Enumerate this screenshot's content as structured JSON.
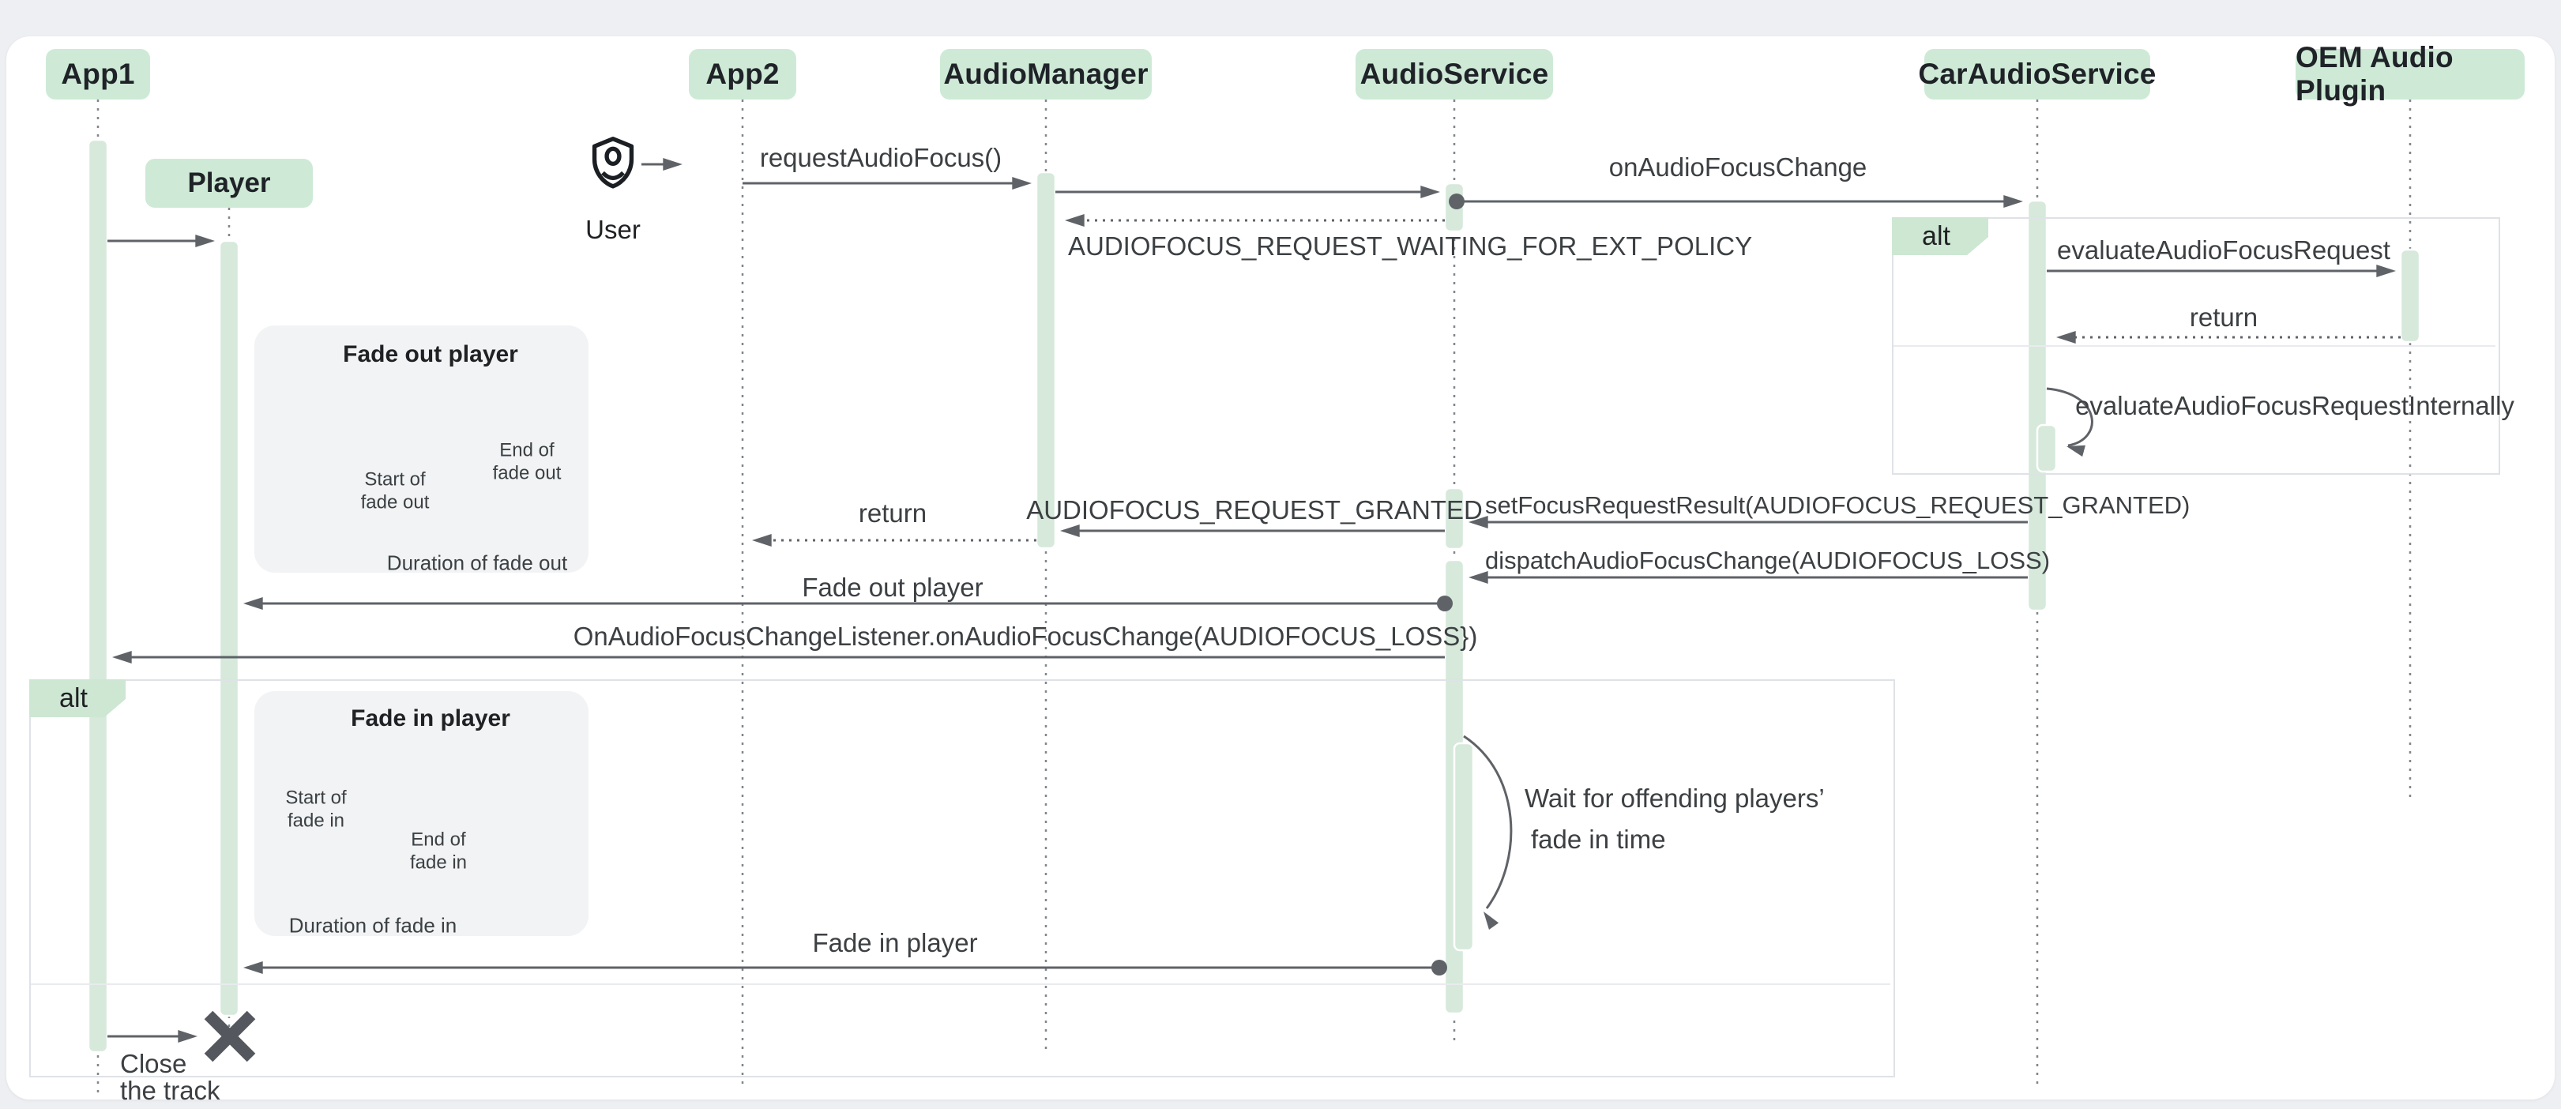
{
  "actors": [
    {
      "label": "App1"
    },
    {
      "label": "App2"
    },
    {
      "label": "AudioManager"
    },
    {
      "label": "AudioService"
    },
    {
      "label": "CarAudioService"
    },
    {
      "label": "OEM Audio Plugin"
    }
  ],
  "player": {
    "label": "Player"
  },
  "user": {
    "label": "User"
  },
  "fragments": {
    "top_right": {
      "operator": "alt"
    },
    "left": {
      "operator": "alt"
    }
  },
  "messages": {
    "request_audio_focus": "requestAudioFocus()",
    "on_audio_focus_change": "onAudioFocusChange",
    "waiting_ext_policy": "AUDIOFOCUS_REQUEST_WAITING_FOR_EXT_POLICY",
    "evaluate_request": "evaluateAudioFocusRequest",
    "evaluate_return": "return",
    "evaluate_internally": "evaluateAudioFocusRequestInternally",
    "set_focus_result": "setFocusRequestResult(AUDIOFOCUS_REQUEST_GRANTED)",
    "request_granted": "AUDIOFOCUS_REQUEST_GRANTED",
    "granted_return": "return",
    "dispatch_change": "dispatchAudioFocusChange(AUDIOFOCUS_LOSS)",
    "fade_out_player": "Fade out player",
    "on_change_listener": "OnAudioFocusChangeListener.onAudioFocusChange(AUDIOFOCUS_LOSS})",
    "fade_in_player": "Fade in player",
    "close_line1": "Close",
    "close_line2": "the track"
  },
  "notes": {
    "fade_out": {
      "title": "Fade out player",
      "start": "Start of fade out",
      "end": "End of fade out",
      "duration": "Duration of fade out"
    },
    "fade_in": {
      "title": "Fade in player",
      "start": "Start of fade in",
      "end": "End of fade in",
      "duration": "Duration of fade in"
    },
    "wait": {
      "line1": "Wait for offending players’",
      "line2": "fade in time"
    }
  },
  "colors": {
    "header_fill": "#ceead6",
    "activation_fill": "#d6e9db",
    "note_fill": "#f1f3f4",
    "arrow": "#5f6368",
    "text": "#3c4043",
    "fragment_border": "#dfe2e6",
    "page_background": "#edeff2"
  }
}
